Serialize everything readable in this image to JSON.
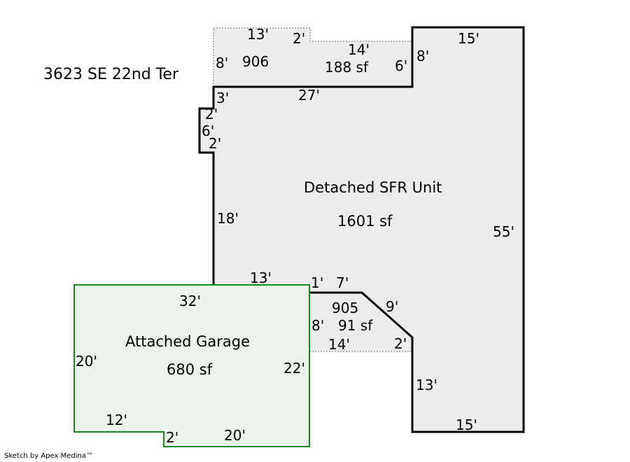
{
  "address": "3623 SE 22nd Ter",
  "credit": "Sketch by Apex Medina™",
  "colors": {
    "house_fill": "#ececec",
    "garage_fill": "#eaf4ea",
    "garage_stroke": "#1a8a1a",
    "wall": "#000000"
  },
  "main": {
    "name": "Detached SFR Unit",
    "area": "1601 sf",
    "dims": {
      "top": "15'",
      "right": "55'",
      "bottom": "15'",
      "left": "18'",
      "top_left": "27'",
      "d3": "3'",
      "d2a": "2'",
      "d6": "6'",
      "d2b": "2'",
      "d8": "8'",
      "d13bottom": "13'",
      "d13lower": "13'",
      "d2c": "2'",
      "d9": "9'",
      "d7": "7'",
      "d1": "1'"
    }
  },
  "area_906": {
    "code": "906",
    "area": "188 sf",
    "dims": {
      "top": "13'",
      "step": "2'",
      "top_right": "14'",
      "left": "8'",
      "right": "6'"
    }
  },
  "area_905": {
    "code": "905",
    "area": "91 sf",
    "dims": {
      "left": "8'",
      "bottom": "14'"
    }
  },
  "garage": {
    "name": "Attached Garage",
    "area": "680 sf",
    "dims": {
      "top": "32'",
      "left": "20'",
      "right": "22'",
      "bottom_left": "12'",
      "notch": "2'",
      "bottom_right": "20'"
    }
  }
}
